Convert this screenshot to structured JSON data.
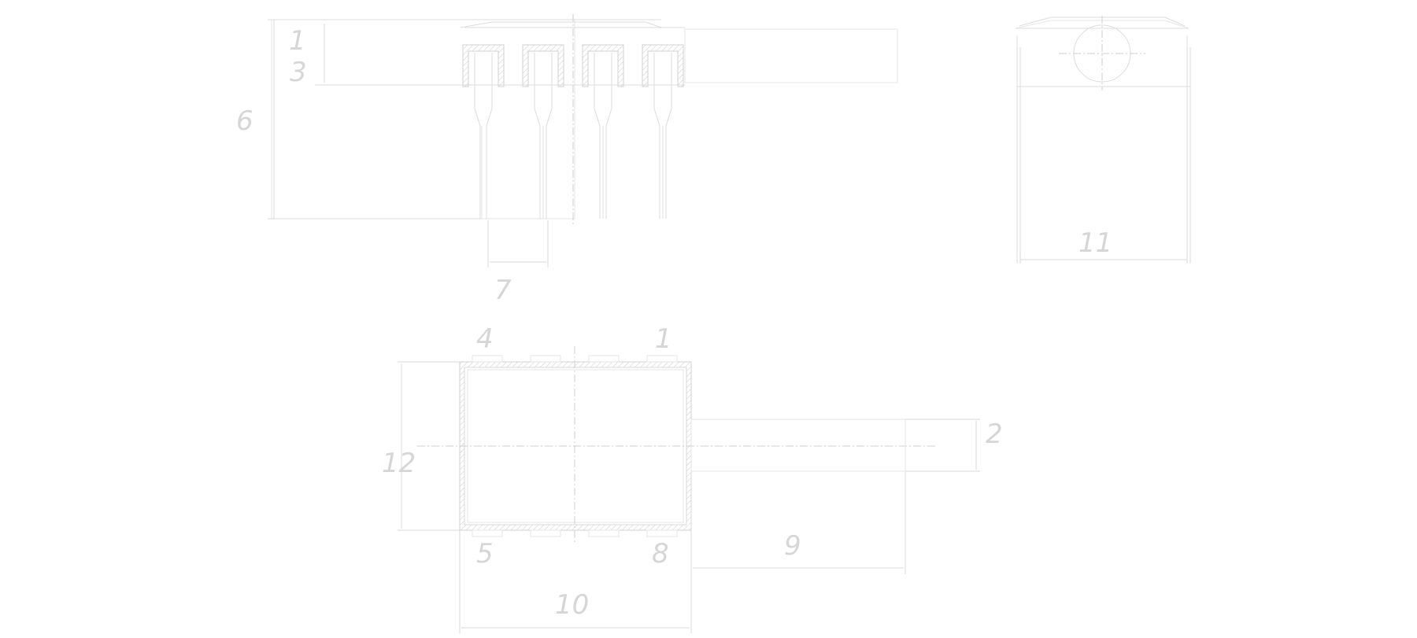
{
  "colors": {
    "background": "#ffffff",
    "line": "#dcdcdc",
    "hatch": "#d2d2d2"
  },
  "labels": {
    "d1": "1",
    "d2": "2",
    "d3": "3",
    "d4": "4",
    "d5": "5",
    "d6": "6",
    "d7": "7",
    "d8": "8",
    "d9": "9",
    "d10": "10",
    "d11": "11",
    "d12": "12"
  }
}
